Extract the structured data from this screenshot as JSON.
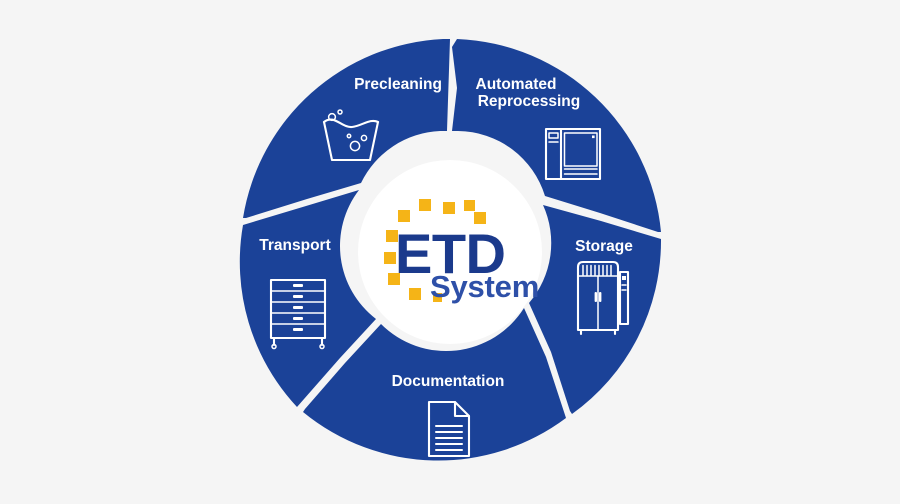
{
  "diagram": {
    "type": "cycle-donut",
    "title": "ETD System reprocessing cycle",
    "background_color": "#f5f5f5",
    "segment_color": "#1b4298",
    "separator_color": "#f5f5f5",
    "hub_color": "#ffffff",
    "label_color": "#ffffff",
    "center": {
      "logo_primary": "ETD",
      "logo_secondary": "System",
      "primary_color": "#1b3a8c",
      "secondary_color": "#2e50a8",
      "accent_square_color": "#f5b417"
    },
    "segments": [
      {
        "id": "precleaning",
        "label": "Precleaning",
        "label_lines": [
          "Precleaning"
        ],
        "icon": "wash-basin-icon",
        "position": "top-left"
      },
      {
        "id": "automated-reprocessing",
        "label": "Automated Reprocessing",
        "label_lines": [
          "Automated",
          "Reprocessing"
        ],
        "icon": "washer-disinfector-icon",
        "position": "top-right"
      },
      {
        "id": "storage",
        "label": "Storage",
        "label_lines": [
          "Storage"
        ],
        "icon": "drying-cabinet-icon",
        "position": "right"
      },
      {
        "id": "documentation",
        "label": "Documentation",
        "label_lines": [
          "Documentation"
        ],
        "icon": "document-icon",
        "position": "bottom"
      },
      {
        "id": "transport",
        "label": "Transport",
        "label_lines": [
          "Transport"
        ],
        "icon": "transport-cart-icon",
        "position": "left"
      }
    ]
  }
}
